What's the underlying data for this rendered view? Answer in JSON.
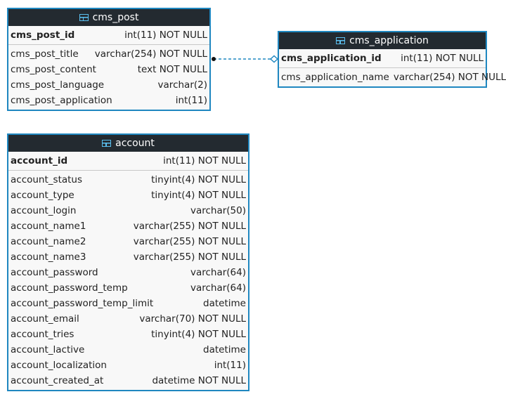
{
  "entities": {
    "cms_post": {
      "name": "cms_post",
      "pk": {
        "name": "cms_post_id",
        "type": "int(11) NOT NULL"
      },
      "columns": [
        {
          "name": "cms_post_title",
          "type": "varchar(254) NOT NULL"
        },
        {
          "name": "cms_post_content",
          "type": "text NOT NULL"
        },
        {
          "name": "cms_post_language",
          "type": "varchar(2)"
        },
        {
          "name": "cms_post_application",
          "type": "int(11)"
        }
      ]
    },
    "cms_application": {
      "name": "cms_application",
      "pk": {
        "name": "cms_application_id",
        "type": "int(11) NOT NULL"
      },
      "columns": [
        {
          "name": "cms_application_name",
          "type": "varchar(254) NOT NULL"
        }
      ]
    },
    "account": {
      "name": "account",
      "pk": {
        "name": "account_id",
        "type": "int(11) NOT NULL"
      },
      "columns": [
        {
          "name": "account_status",
          "type": "tinyint(4) NOT NULL"
        },
        {
          "name": "account_type",
          "type": "tinyint(4) NOT NULL"
        },
        {
          "name": "account_login",
          "type": "varchar(50)"
        },
        {
          "name": "account_name1",
          "type": "varchar(255) NOT NULL"
        },
        {
          "name": "account_name2",
          "type": "varchar(255) NOT NULL"
        },
        {
          "name": "account_name3",
          "type": "varchar(255) NOT NULL"
        },
        {
          "name": "account_password",
          "type": "varchar(64)"
        },
        {
          "name": "account_password_temp",
          "type": "varchar(64)"
        },
        {
          "name": "account_password_temp_limit",
          "type": "datetime"
        },
        {
          "name": "account_email",
          "type": "varchar(70) NOT NULL"
        },
        {
          "name": "account_tries",
          "type": "tinyint(4) NOT NULL"
        },
        {
          "name": "account_lactive",
          "type": "datetime"
        },
        {
          "name": "account_localization",
          "type": "int(11)"
        },
        {
          "name": "account_created_at",
          "type": "datetime NOT NULL"
        }
      ]
    }
  },
  "colors": {
    "border": "#1f87c0",
    "header": "#232a30",
    "icon": "#5bc0f0"
  },
  "relationships": [
    {
      "from": "cms_post",
      "to": "cms_application",
      "style": "dashed",
      "from_end": "filled-dot",
      "to_end": "hollow-diamond"
    }
  ]
}
